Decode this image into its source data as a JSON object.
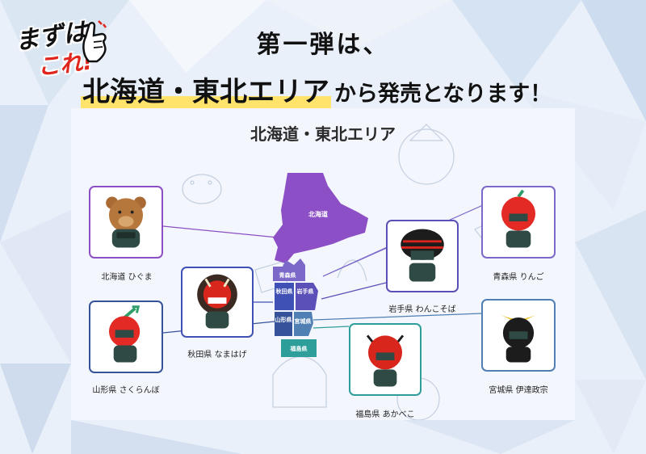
{
  "logo": {
    "line1": "まずは",
    "line2": "これ!"
  },
  "headline": {
    "line1": "第一弾は、",
    "highlight": "北海道・東北エリア",
    "rest": "から発売となります！"
  },
  "panel": {
    "title": "北海道・東北エリア",
    "regions": {
      "hokkaido": "北海道",
      "aomori": "青森県",
      "akita": "秋田県",
      "iwate": "岩手県",
      "yamagata": "山形県",
      "miyagi": "宮城県",
      "fukushima": "福島県"
    },
    "products": [
      {
        "caption": "北海道 ひぐま"
      },
      {
        "caption": "秋田県 なまはげ"
      },
      {
        "caption": "山形県 さくらんぼ"
      },
      {
        "caption": "岩手県 わんこそば"
      },
      {
        "caption": "青森県 りんご"
      },
      {
        "caption": "宮城県 伊達政宗"
      },
      {
        "caption": "福島県 あかべこ"
      }
    ]
  },
  "colors": {
    "hokkaido": "#8c4fc6",
    "aomori": "#7b68c9",
    "iwate": "#5b50b7",
    "akita": "#3f51b5",
    "yamagata": "#36539a",
    "miyagi": "#4f7fb3",
    "fukushima": "#2e9e9a",
    "highlight": "#ffe36a"
  }
}
